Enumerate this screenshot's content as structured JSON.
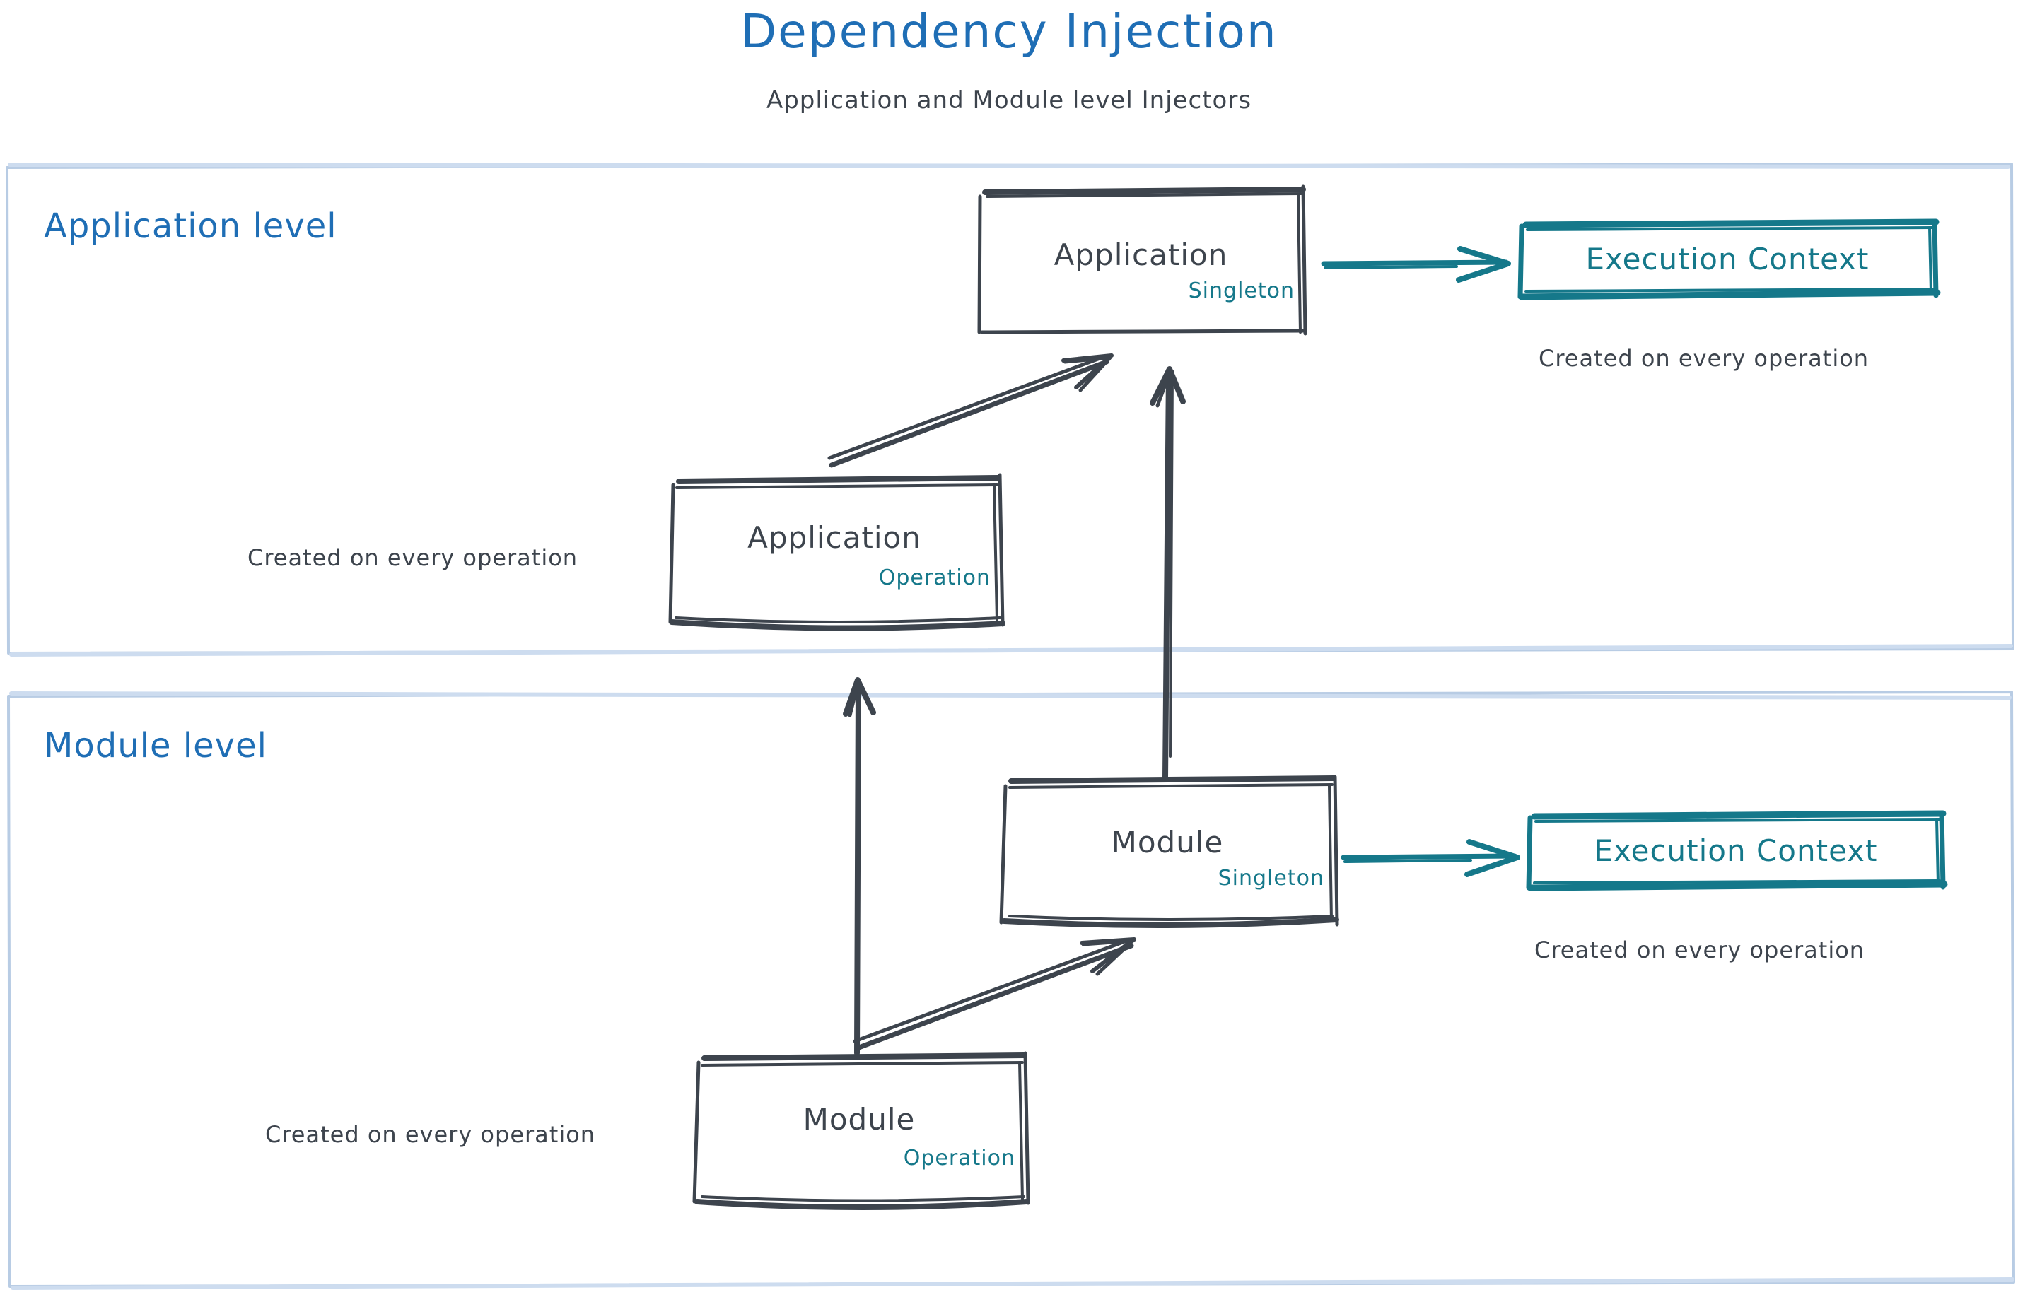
{
  "header": {
    "title": "Dependency Injection",
    "subtitle": "Application and Module level Injectors"
  },
  "colors": {
    "title_blue": "#1f6eb5",
    "section_label_blue": "#1f6eb5",
    "container_border_blue": "#b8cce4",
    "node_stroke_gray": "#3d444d",
    "node_text_gray": "#3d444d",
    "scope_teal": "#15788a",
    "context_teal": "#15788a",
    "background": "#ffffff"
  },
  "sections": [
    {
      "id": "application-level",
      "label": "Application level",
      "nodes": [
        {
          "id": "app-singleton",
          "title": "Application",
          "scope": "Singleton",
          "style": "sketch-box-gray"
        },
        {
          "id": "app-operation",
          "title": "Application",
          "scope": "Operation",
          "style": "sketch-box-gray"
        },
        {
          "id": "ctx-app",
          "title": "Execution Context",
          "style": "sketch-box-teal"
        }
      ],
      "captions": [
        {
          "id": "cap-app-ctx",
          "text": "Created on every operation"
        },
        {
          "id": "cap-app-op",
          "text": "Created on every operation"
        }
      ]
    },
    {
      "id": "module-level",
      "label": "Module level",
      "nodes": [
        {
          "id": "mod-singleton",
          "title": "Module",
          "scope": "Singleton",
          "style": "sketch-box-gray"
        },
        {
          "id": "mod-operation",
          "title": "Module",
          "scope": "Operation",
          "style": "sketch-box-gray"
        },
        {
          "id": "ctx-mod",
          "title": "Execution Context",
          "style": "sketch-box-teal"
        }
      ],
      "captions": [
        {
          "id": "cap-mod-ctx",
          "text": "Created on every operation"
        },
        {
          "id": "cap-mod-op",
          "text": "Created on every operation"
        }
      ]
    }
  ],
  "edges": [
    {
      "id": "edge-app-to-ctx",
      "from": "app-singleton",
      "to": "ctx-app",
      "color": "#15788a",
      "label": ""
    },
    {
      "id": "edge-appop-to-appsgl",
      "from": "app-operation",
      "to": "app-singleton",
      "color": "#3d444d",
      "label": ""
    },
    {
      "id": "edge-modsgl-to-appsgl",
      "from": "mod-singleton",
      "to": "app-singleton",
      "color": "#3d444d",
      "label": ""
    },
    {
      "id": "edge-modop-to-appop",
      "from": "mod-operation",
      "to": "app-operation",
      "color": "#3d444d",
      "label": ""
    },
    {
      "id": "edge-modop-to-modsgl",
      "from": "mod-operation",
      "to": "mod-singleton",
      "color": "#3d444d",
      "label": ""
    },
    {
      "id": "edge-mod-to-ctx",
      "from": "mod-singleton",
      "to": "ctx-mod",
      "color": "#15788a",
      "label": ""
    }
  ]
}
